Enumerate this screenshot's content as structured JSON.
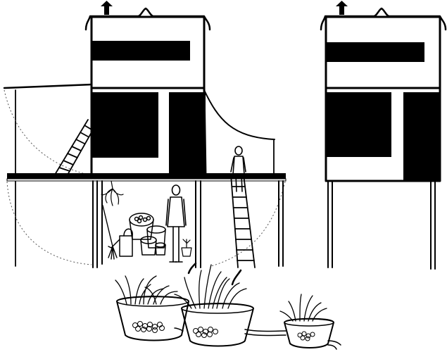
{
  "diagram": {
    "title": "",
    "palette": {
      "ink": "#000000",
      "paper": "#ffffff",
      "guide": "#555555"
    },
    "structures": [
      {
        "id": "left-tower",
        "label": ""
      },
      {
        "id": "right-tower",
        "label": ""
      }
    ],
    "features": [
      "ladder-upper",
      "ladder-lower",
      "canopy",
      "deck",
      "person-standing",
      "person-on-ladder",
      "storage-pots",
      "wetland-basins"
    ]
  }
}
